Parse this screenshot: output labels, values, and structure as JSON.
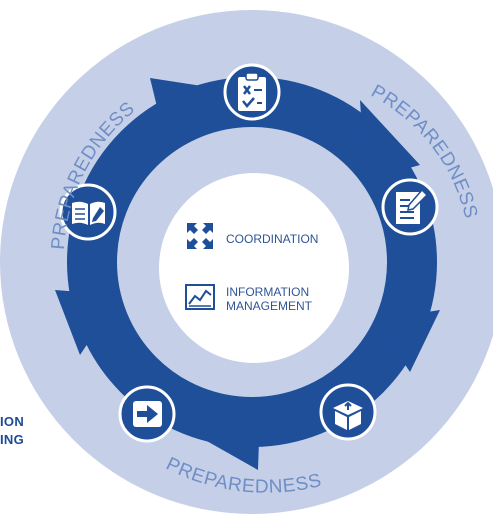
{
  "ring_labels": {
    "top_left": "PREPAREDNESS",
    "top_right": "PREPAREDNESS",
    "bottom": "PREPAREDNESS"
  },
  "center": {
    "coordination": "COORDINATION",
    "information_line1": "INFORMATION",
    "information_line2": "MANAGEMENT"
  },
  "cut_off_text": {
    "line1": "ION",
    "line2": "ING"
  },
  "stages": [
    {
      "name": "checklist",
      "icon": "checklist-icon"
    },
    {
      "name": "document-edit",
      "icon": "document-edit-icon"
    },
    {
      "name": "resource-box",
      "icon": "box-icon"
    },
    {
      "name": "next",
      "icon": "arrow-right-icon"
    },
    {
      "name": "guidelines",
      "icon": "open-book-icon"
    }
  ],
  "colors": {
    "outer_ring": "#c5d0e8",
    "arrow_blue": "#1f4f99",
    "icon_white": "#ffffff",
    "center_fill": "#ffffff",
    "label_blue": "#6f8ec6",
    "text_blue": "#2f5597"
  }
}
